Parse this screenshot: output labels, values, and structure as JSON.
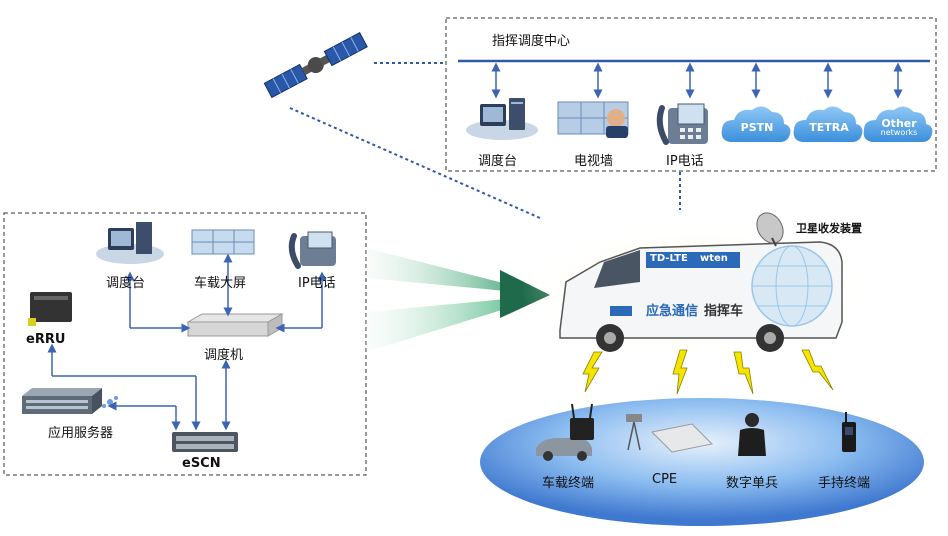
{
  "command_center": {
    "title": "指挥调度中心",
    "nodes": [
      {
        "label": "调度台"
      },
      {
        "label": "电视墙"
      },
      {
        "label": "IP电话"
      },
      {
        "label": "PSTN"
      },
      {
        "label": "TETRA"
      },
      {
        "label": "Other",
        "sub": "networks"
      }
    ]
  },
  "vehicle_system": {
    "nodes": [
      {
        "label": "调度台"
      },
      {
        "label": "车载大屏"
      },
      {
        "label": "IP电话"
      },
      {
        "label": "eRRU"
      },
      {
        "label": "调度机"
      },
      {
        "label": "应用服务器"
      },
      {
        "label": "eSCN"
      }
    ]
  },
  "vehicle": {
    "satellite_label": "卫星收发装置",
    "brand_a": "TD-LTE",
    "brand_b": "wten",
    "side_text_a": "应急通信",
    "side_text_b": "指挥车"
  },
  "terminals": [
    {
      "label": "车载终端"
    },
    {
      "label": "CPE"
    },
    {
      "label": "数字单兵"
    },
    {
      "label": "手持终端"
    }
  ],
  "colors": {
    "line_blue": "#2e5aa8",
    "cloud_blue": "#5aa7e6",
    "beam_green": "#1a9a5a",
    "ellipse_blue": "#4f8fe0"
  }
}
